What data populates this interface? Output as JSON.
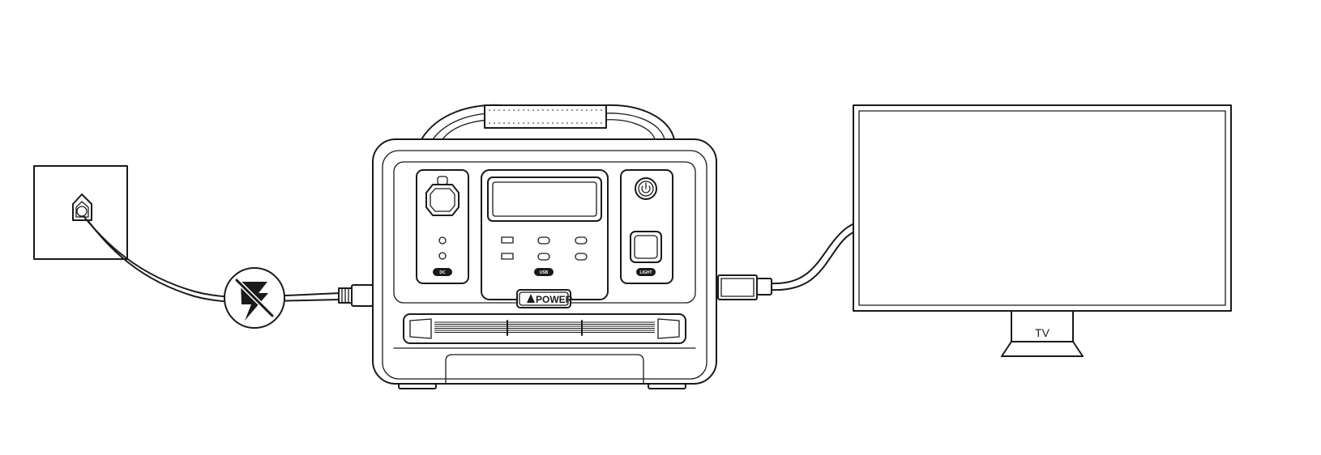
{
  "brand": {
    "logo_text": "POWER",
    "logo_mark": "A-triangle"
  },
  "devices": {
    "tv_label": "TV"
  },
  "ports": {
    "left_button_label": "DC",
    "center_button_label": "USB",
    "right_button_label": "LIGHT"
  },
  "icons": {
    "no_power_symbol": "no-power-icon",
    "power_button": "power-icon"
  },
  "colors": {
    "line": "#1a1a1a",
    "background": "#ffffff"
  }
}
